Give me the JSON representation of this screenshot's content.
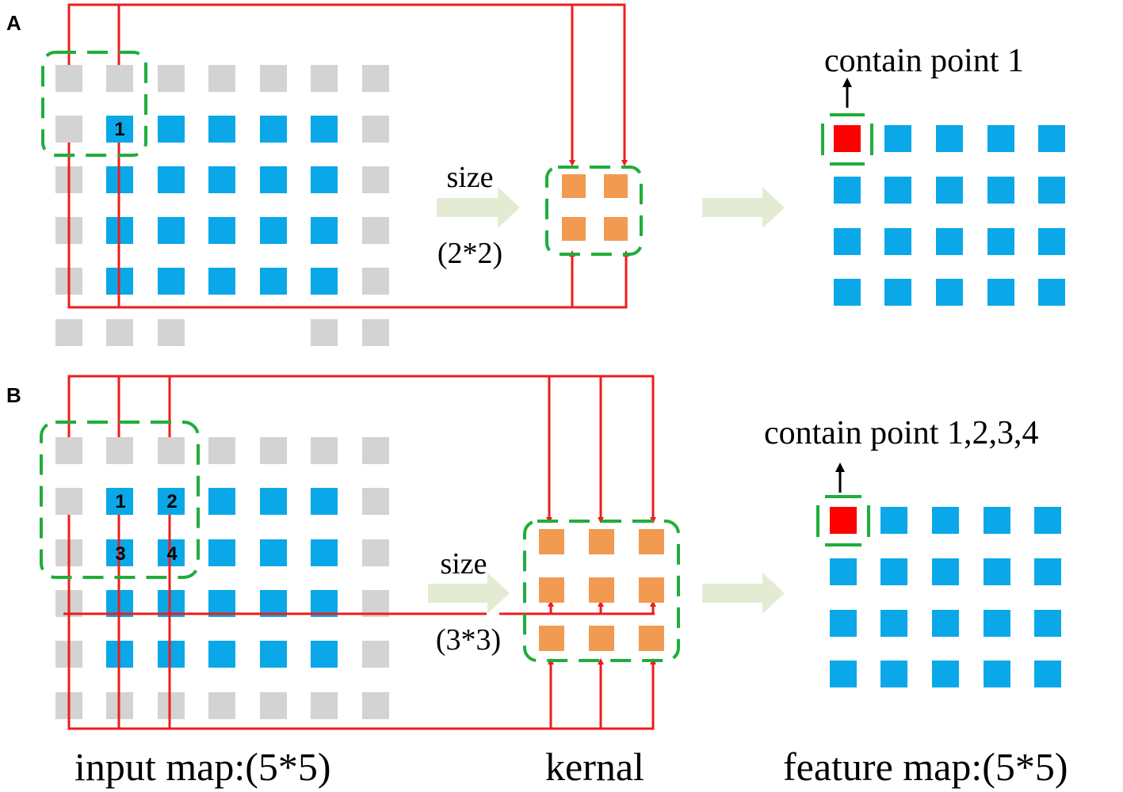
{
  "panels": [
    {
      "id": "A",
      "label": "A",
      "arrow_label_top": "size",
      "arrow_label_bottom": "(2*2)",
      "caption_top": "contain point 1",
      "cell_numbers": [
        "1"
      ]
    },
    {
      "id": "B",
      "label": "B",
      "arrow_label_top": "size",
      "arrow_label_bottom": "(3*3)",
      "caption_top": "contain point 1,2,3,4",
      "cell_numbers": [
        "1",
        "2",
        "3",
        "4"
      ]
    }
  ],
  "bottom_labels": {
    "input": "input map:(5*5)",
    "kernel": "kernal",
    "feature": "feature map:(5*5)"
  },
  "colors": {
    "grey_cell": "#d3d3d3",
    "blue_cell": "#0aa8e8",
    "orange_cell": "#f29a52",
    "red_cell": "#ff0000",
    "red_line": "#ee1c1c",
    "green_dash": "#1fae3a",
    "block_arrow": "#e3ecd3"
  }
}
